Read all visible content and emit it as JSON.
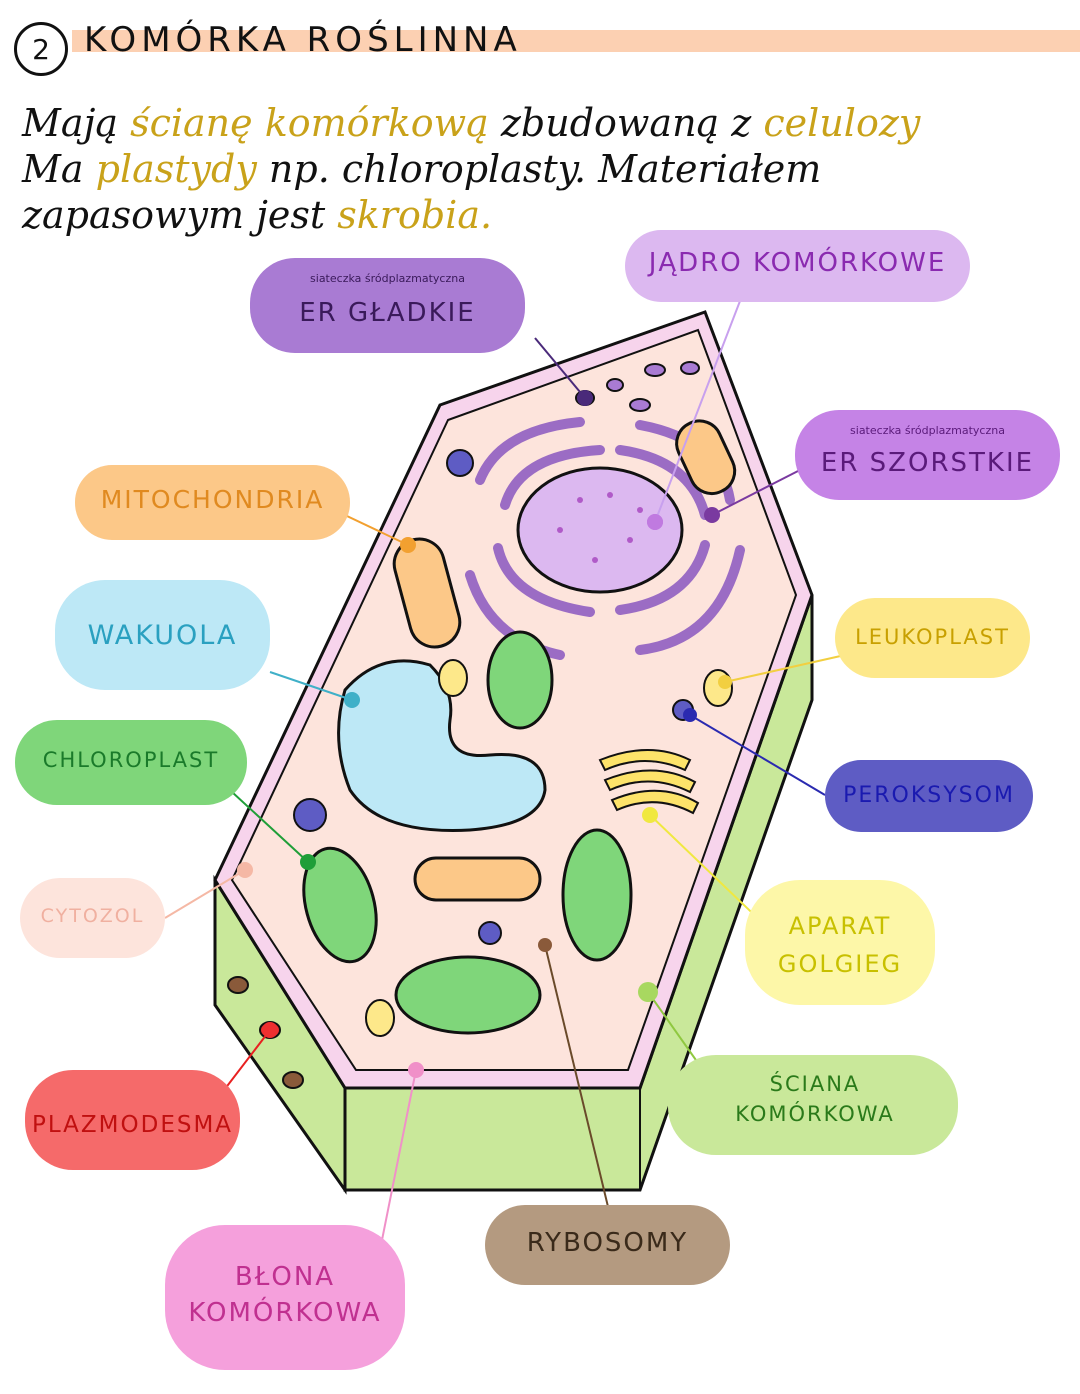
{
  "header": {
    "number": "2",
    "title": "KOMÓRKA ROŚLINNA"
  },
  "intro": {
    "l1a": "Mają ",
    "l1b": "ścianę komórkową",
    "l1c": " zbudowaną z ",
    "l1d": "celulozy",
    "l2a": "Ma ",
    "l2b": "plastydy",
    "l2c": " np. chloroplasty. Materiałem",
    "l3a": "zapasowym jest ",
    "l3b": "skrobia."
  },
  "labels": {
    "er_smooth_sub": "siateczka śródplazmatyczna",
    "er_smooth": "ER GŁADKIE",
    "nucleus": "JĄDRO KOMÓRKOWE",
    "er_rough_sub": "siateczka śródplazmatyczna",
    "er_rough": "ER SZORSTKIE",
    "mitochondria": "MITOCHONDRIA",
    "vacuole": "WAKUOLA",
    "leucoplast": "LEUKOPLAST",
    "chloroplast": "CHLOROPLAST",
    "peroxisome": "PEROKSYSOM",
    "cytosol": "CYTOZOL",
    "golgi_1": "APARAT",
    "golgi_2": "GOLGIEG",
    "wall_1": "ŚCIANA",
    "wall_2": "KOMÓRKOWA",
    "plasmodesma": "PLAZMODESMA",
    "membrane_1": "BŁONA",
    "membrane_2": "KOMÓRKOWA",
    "ribosomes": "RYBOSOMY"
  },
  "colors": {
    "title_band": "#fcd0b2",
    "highlight": "#c9a21a",
    "er_smooth": "#a97bd3",
    "nucleus": "#dcb8f0",
    "er_rough": "#c583e6",
    "mitochondria": "#fcc888",
    "vacuole": "#bde8f6",
    "leucoplast": "#fde88a",
    "chloroplast": "#7fd67a",
    "peroxisome": "#5e5cc4",
    "cytosol": "#fde4dc",
    "golgi": "#fdf7a8",
    "wall": "#c9e89a",
    "plasmodesma": "#f56a6a",
    "membrane": "#f5a0dc",
    "ribosomes": "#b49a80"
  }
}
